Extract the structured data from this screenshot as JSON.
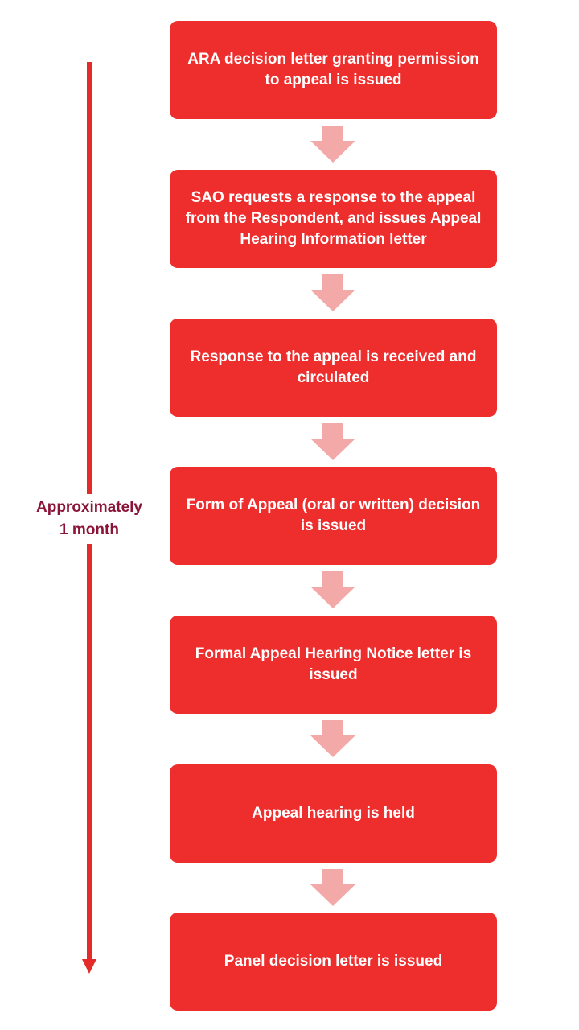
{
  "steps": [
    {
      "label": "ARA decision letter granting permission to appeal is issued"
    },
    {
      "label": "SAO requests a response to the appeal from the Respondent, and issues Appeal Hearing Information letter"
    },
    {
      "label": "Response to the appeal is received and circulated"
    },
    {
      "label": "Form of Appeal (oral or written) decision is issued"
    },
    {
      "label": "Formal Appeal Hearing Notice letter is issued"
    },
    {
      "label": "Appeal hearing is held"
    },
    {
      "label": "Panel decision letter is issued"
    }
  ],
  "timeline": {
    "duration_line1": "Approximately",
    "duration_line2": "1 month"
  },
  "colors": {
    "step_fill": "#ee2d2d",
    "connector_arrow": "#f4a9a9",
    "timeline": "#e52a2a",
    "duration_text": "#8b1538"
  }
}
